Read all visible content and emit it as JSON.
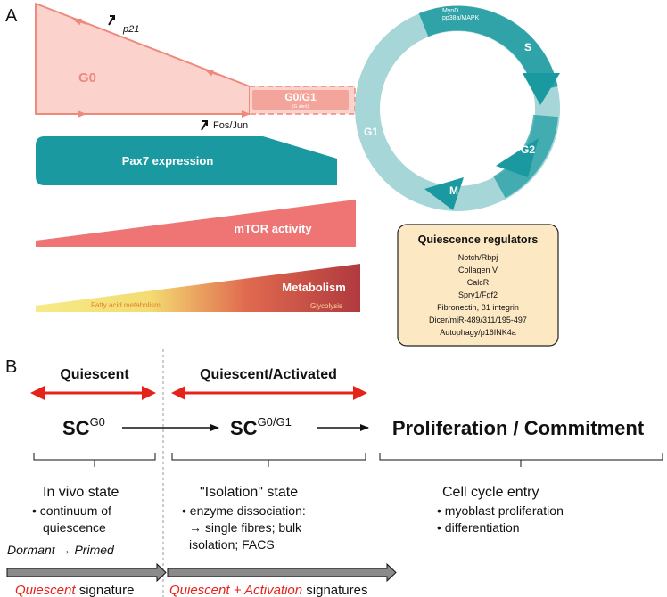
{
  "panel_a": {
    "label": "A",
    "quiescence": {
      "g0_label": "G0",
      "p21_label": "p21",
      "fosjun_label": "Fos/Jun",
      "g0g1_label": "G0/G1",
      "g_alert_label": "(G alert)"
    },
    "pax7_label": "Pax7 expression",
    "mtor_label": "mTOR activity",
    "metabolism": {
      "title": "Metabolism",
      "fatty_acid_label": "Fatty acid metabolism",
      "glycolysis_label": "Glycolysis"
    },
    "cell_cycle": {
      "myod_label": "MyoD",
      "pp38_label": "pp38a/MAPK",
      "s_label": "S",
      "g2_label": "G2",
      "m_label": "M",
      "g1_label": "G1"
    },
    "regulators": {
      "title": "Quiescence regulators",
      "items": [
        "Notch/Rbpj",
        "Collagen V",
        "CalcR",
        "Spry1/Fgf2",
        "Fibronectin, β1 integrin",
        "Dicer/miR-489/311/195-497",
        "Autophagy/p16INK4a"
      ]
    }
  },
  "panel_b": {
    "label": "B",
    "quiescent_header": "Quiescent",
    "quiescent_activated_header": "Quiescent/Activated",
    "sc_label": "SC",
    "sc_g0_sup": "G0",
    "sc_g0g1_sup": "G0/G1",
    "proliferation_label": "Proliferation / Commitment",
    "in_vivo": {
      "title": "In vivo state",
      "bullet_line1": "• continuum of",
      "bullet_line2": "quiescence",
      "dormant": "Dormant",
      "arrow": "→",
      "primed": "Primed"
    },
    "isolation": {
      "title": "\"Isolation\" state",
      "bullet_line1": "• enzyme dissociation:",
      "bullet_line2": "→ single fibres; bulk",
      "bullet_line3": "isolation; FACS"
    },
    "cell_cycle_entry": {
      "title": "Cell cycle entry",
      "bullet1": "• myoblast proliferation",
      "bullet2": "• differentiation"
    },
    "signature1": {
      "red": "Quiescent",
      "black": " signature"
    },
    "signature2": {
      "red": "Quiescent + Activation",
      "black": " signatures"
    }
  },
  "colors": {
    "g0_fill": "#fbd3cc",
    "g0_stroke": "#ee8a7d",
    "teal": "#1a9aa0",
    "teal_light": "#a6d6d8",
    "mtor": "#ef7474",
    "metabolism_dark": "#b03a3e",
    "metabolism_yellow": "#f6e27a",
    "regulator_box": "#fde8c4",
    "red_arrow": "#e4231b",
    "gray_bar": "#8a8a8a"
  }
}
